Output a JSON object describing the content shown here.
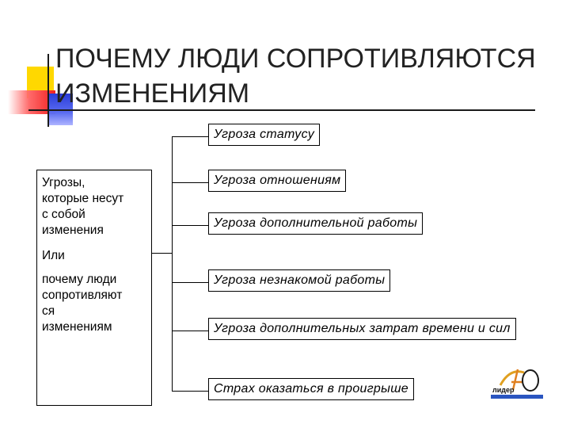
{
  "title": "ПОЧЕМУ ЛЮДИ СОПРОТИВЛЯЮТСЯ ИЗМЕНЕНИЯМ",
  "left_box": {
    "lines_1": [
      "Угрозы,",
      "которые несут",
      "с собой",
      "изменения"
    ],
    "or": "Или",
    "lines_2": [
      "почему люди",
      "сопротивляют",
      "ся",
      "изменениям"
    ]
  },
  "threats": [
    "Угроза статусу",
    "Угроза отношениям",
    "Угроза дополнительной работы",
    "Угроза незнакомой работы",
    "Угроза дополнительных затрат времени и сил",
    "Страх оказаться в проигрыше"
  ],
  "logo": {
    "text": "лидер"
  }
}
